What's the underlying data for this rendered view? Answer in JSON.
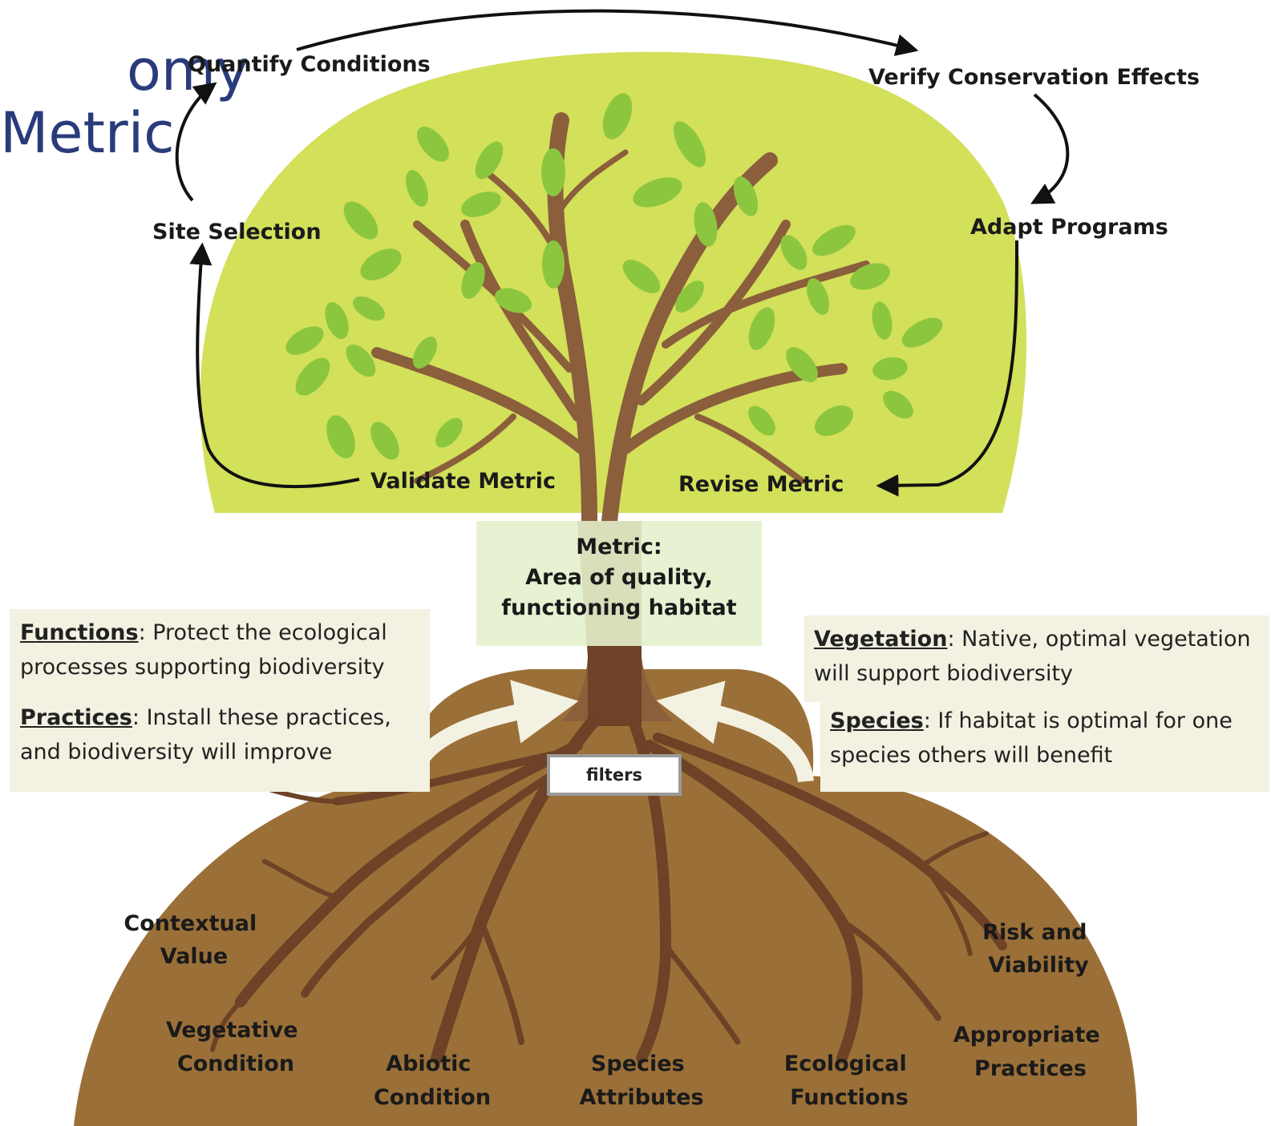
{
  "title": {
    "line1": "omy",
    "line2": "Metric"
  },
  "cycle": {
    "quantify": "Quantify Conditions",
    "verify": "Verify Conservation Effects",
    "site_selection": "Site Selection",
    "adapt": "Adapt Programs",
    "validate": "Validate Metric",
    "revise": "Revise Metric"
  },
  "metric": {
    "line1": "Metric:",
    "line2": "Area of quality,",
    "line3": "functioning habitat"
  },
  "filters": "filters",
  "left_box": {
    "functions_kw": "Functions",
    "functions_text": ": Protect the ecological processes supporting biodiversity",
    "practices_kw": "Practices",
    "practices_text": ":  Install these practices, and biodiversity will improve"
  },
  "right_box": {
    "vegetation_kw": "Vegetation",
    "vegetation_text": ": Native, optimal vegetation will support biodiversity",
    "species_kw": "Species",
    "species_text": ":  If habitat is optimal for one species others will benefit"
  },
  "roots": {
    "contextual": [
      "Contextual",
      "Value"
    ],
    "vegetative": [
      "Vegetative",
      "Condition"
    ],
    "abiotic": [
      "Abiotic",
      "Condition"
    ],
    "species": [
      "Species",
      "Attributes"
    ],
    "ecological": [
      "Ecological",
      "Functions"
    ],
    "risk": [
      "Risk and",
      "Viability"
    ],
    "practices": [
      "Appropriate",
      "Practices"
    ]
  },
  "colors": {
    "canopy": "#d3e05a",
    "leaf": "#8cc63f",
    "trunk": "#8b5e3c",
    "soil": "#9b7038",
    "soil_mound": "#8a5a2e",
    "root": "#6d4226",
    "box_bg": "#f3f1e1",
    "title": "#2a3b7c"
  }
}
